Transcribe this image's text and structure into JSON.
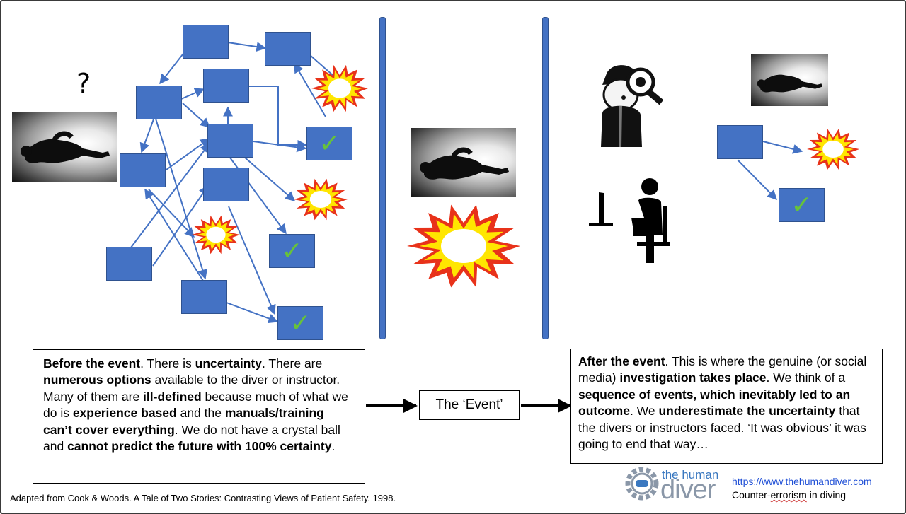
{
  "diagram": {
    "question_mark": "?",
    "check_symbol": "✓",
    "event_label": "The ‘Event’",
    "before_text": {
      "s1_bold": "Before the event",
      "s1": ". There is ",
      "s2_bold": "uncertainty",
      "s2": ". There are ",
      "s3_bold": "numerous options",
      "s3": " available to the diver or instructor. Many of them are ",
      "s4_bold": "ill-defined",
      "s4": " because much of what we do is ",
      "s5_bold": "experience based",
      "s5": " and the ",
      "s6_bold": "manuals/training can’t cover everything",
      "s6": ". We do not have a crystal ball and ",
      "s7_bold": "cannot predict the future with 100% certainty",
      "s7": "."
    },
    "after_text": {
      "s1_bold": "After the event",
      "s1": ". This is where the genuine (or social media) ",
      "s2_bold": "investigation takes place",
      "s2": ". We think of a ",
      "s3_bold": "sequence of events, which inevitably led to an outcome",
      "s3": ". We ",
      "s4_bold": "underestimate the uncertainty",
      "s4": " that the divers or instructors faced. ‘It was obvious’ it was going to end that way…"
    },
    "citation": "Adapted from Cook & Woods. A Tale of Two Stories: Contrasting Views of Patient Safety. 1998.",
    "logo": {
      "line1": "the human",
      "line2": "diver"
    },
    "website": "https://www.thehumandiver.com",
    "tagline_a": "Counter-",
    "tagline_b": "errorism",
    "tagline_c": " in diving",
    "colors": {
      "box": "#4472c4",
      "box_border": "#2f528f",
      "check": "#67c23a",
      "burst_outer": "#e8321a",
      "burst_inner": "#ffe600"
    }
  }
}
